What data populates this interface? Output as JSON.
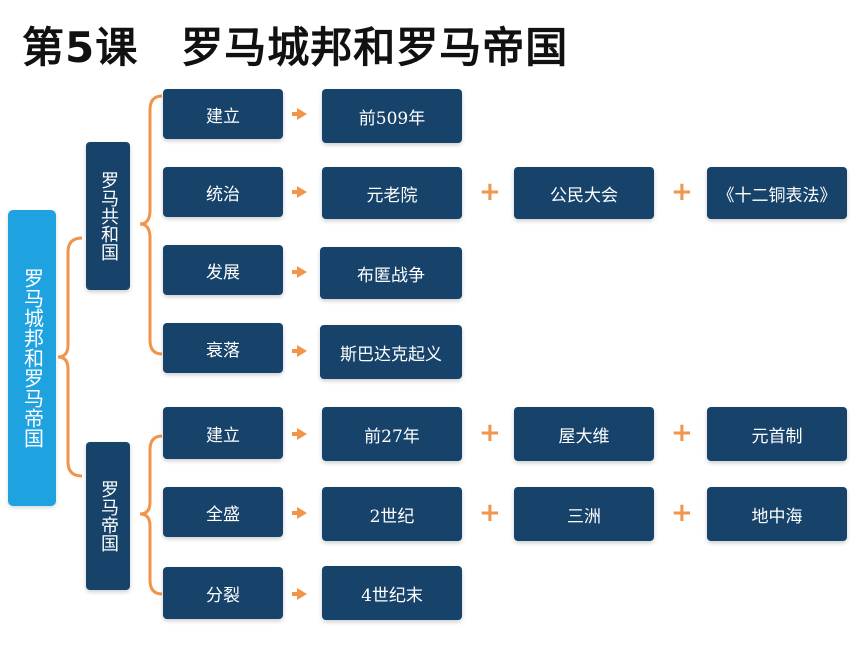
{
  "title": "第5课　罗马城邦和罗马帝国",
  "root": "罗马城邦和罗马帝国",
  "groups": [
    {
      "label": "罗马共和国",
      "rows": [
        {
          "label": "建立",
          "items": [
            "前509年"
          ]
        },
        {
          "label": "统治",
          "items": [
            "元老院",
            "公民大会",
            "《十二铜表法》"
          ]
        },
        {
          "label": "发展",
          "items": [
            "布匿战争"
          ]
        },
        {
          "label": "衰落",
          "items": [
            "斯巴达克起义"
          ]
        }
      ]
    },
    {
      "label": "罗马帝国",
      "rows": [
        {
          "label": "建立",
          "items": [
            "前27年",
            "屋大维",
            "元首制"
          ]
        },
        {
          "label": "全盛",
          "items": [
            "2世纪",
            "三洲",
            "地中海"
          ]
        },
        {
          "label": "分裂",
          "items": [
            "4世纪末"
          ]
        }
      ]
    }
  ],
  "colors": {
    "box": "#17436b",
    "root": "#1ea3e0",
    "connector": "#f0954a"
  }
}
